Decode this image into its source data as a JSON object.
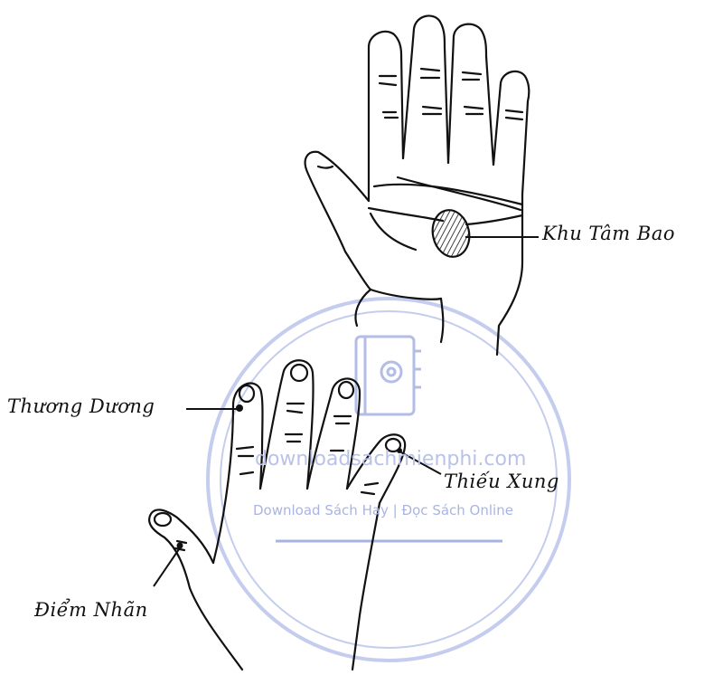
{
  "labels": {
    "khu_tam_bao": "Khu Tâm Bao",
    "thuong_duong": "Thương Dương",
    "thieu_xung": "Thiếu Xung",
    "diem_nhan": "Điểm Nhãn"
  },
  "watermark": {
    "site": "downloadsachmienphi.com",
    "tagline": "Download Sách Hay | Đọc Sách Online",
    "icon": "book-at-icon",
    "color": "#b9c2e8"
  },
  "colors": {
    "ink": "#111111",
    "background": "#ffffff"
  }
}
